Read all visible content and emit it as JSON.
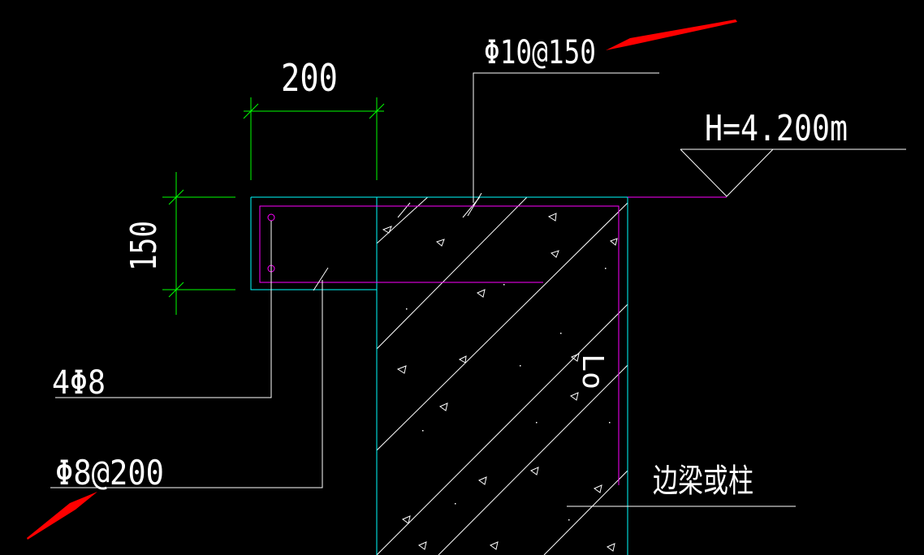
{
  "labels": {
    "top_rebar": "Φ10@150",
    "elevation": "H=4.200m",
    "width_dim": "200",
    "height_dim": "150",
    "long_bars": "4Φ8",
    "stirrups": "Φ8@200",
    "lo": "Lo",
    "beam_or_column": "边梁或柱"
  },
  "colors": {
    "background": "#000000",
    "outline": "#00ffff",
    "rebar": "#ff00ff",
    "dimension": "#00ff00",
    "leader": "#ffffff",
    "arrow": "#ff0000"
  }
}
